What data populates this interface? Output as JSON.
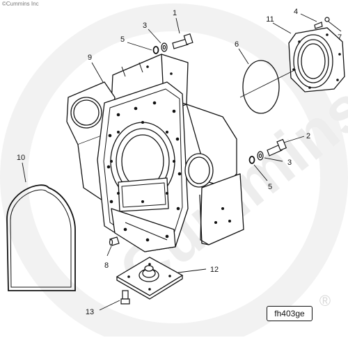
{
  "copyright": "©Cummins Inc",
  "watermark": "Cummins",
  "registered_mark": "®",
  "figure_ref": "fh403ge",
  "callouts": [
    {
      "id": "c1",
      "label": "1"
    },
    {
      "id": "c2",
      "label": "2"
    },
    {
      "id": "c3a",
      "label": "3"
    },
    {
      "id": "c3b",
      "label": "3"
    },
    {
      "id": "c4",
      "label": "4"
    },
    {
      "id": "c5a",
      "label": "5"
    },
    {
      "id": "c5b",
      "label": "5"
    },
    {
      "id": "c6",
      "label": "6"
    },
    {
      "id": "c7",
      "label": "7"
    },
    {
      "id": "c8",
      "label": "8"
    },
    {
      "id": "c9",
      "label": "9"
    },
    {
      "id": "c10",
      "label": "10"
    },
    {
      "id": "c11",
      "label": "11"
    },
    {
      "id": "c12",
      "label": "12"
    },
    {
      "id": "c13",
      "label": "13"
    }
  ]
}
